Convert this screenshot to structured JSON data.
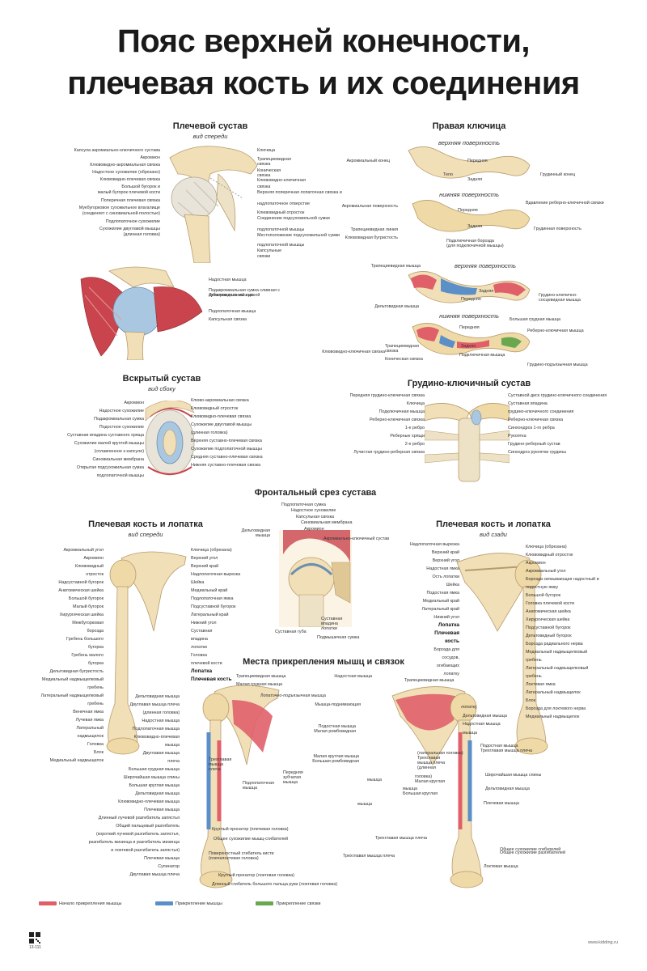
{
  "title": {
    "line1": "Пояс верхней конечности,",
    "line2": "плечевая кость и их соединения"
  },
  "sections": {
    "shoulder_joint": {
      "title": "Плечевой сустав",
      "subtitle": "вид спереди"
    },
    "clavicle": {
      "title": "Правая ключица",
      "top_surface": "верхняя поверхность",
      "bottom_surface": "нижняя поверхность",
      "top_surface2": "верхняя поверхность",
      "bottom_surface2": "нижняя поверхность"
    },
    "open_joint": {
      "title": "Вскрытый сустав",
      "subtitle": "вид сбоку"
    },
    "sternoclavicular": {
      "title": "Грудино-ключичный сустав"
    },
    "frontal_cut": {
      "title": "Фронтальный срез сустава"
    },
    "humerus_front": {
      "title": "Плечевая кость и лопатка",
      "subtitle": "вид спереди"
    },
    "humerus_back": {
      "title": "Плечевая кость и лопатка",
      "subtitle": "вид сзади"
    },
    "attachments": {
      "title": "Места прикрепления мышц и связок"
    }
  },
  "labels": {
    "sj_left": [
      "Капсула акромиально-ключичного сустава",
      "Акромион",
      "Клювовидно-акромиальная связка",
      "Надостное сухожилие (обрезано)",
      "Клювовидно-плечевая связка",
      "Большой бугорок и",
      "малый бугорок плечевой кости",
      "Поперечная плечевая связка",
      "Мукбугорковое сухожильное влагалище",
      "(соединяет с синовиальной полостью)",
      "Подлопаточное сухожилие",
      "Сухожилие двуглавой мышцы",
      "(длинная головка)"
    ],
    "sj_right": [
      "Ключица",
      "Трапециевидная",
      "связка",
      "Коническая",
      "связка",
      "Клювовидно-ключичная",
      "связка",
      "Верхняя поперечная лопаточная связка и",
      "надлопаточное отверстие",
      "Клювовидный отросток",
      "Соединение подсухожильной сумки",
      "подлопаточной мышцы",
      "Местоположение подсухожильной сумки",
      "подлопаточной мышцы",
      "Капсульные",
      "связки"
    ],
    "sj2": [
      "Надостная мышца",
      "Подакромиальная сумка сливная с",
      "субакромиальной сумкой",
      "Подлопаточная мышца",
      "Дельтовидная мышца",
      "Капсульная связка"
    ],
    "clav": [
      "Акромиальный конец",
      "Тело",
      "Задняя",
      "Передняя",
      "Грудинный конец",
      "Акромиальная поверхность",
      "Передняя",
      "Задняя",
      "Вдавление реберно-ключичной связки",
      "Трапециевидная линия",
      "Клювовидная бугристость",
      "Грудинная поверхность",
      "Подключичная борозда",
      "(для подключичной мышцы)"
    ],
    "clav2": [
      "Трапециевидная мышца",
      "Задняя",
      "Передняя",
      "Грудино-ключично-",
      "сосцевидная мышца",
      "Дельтовидная мышца",
      "Большая грудная мышца",
      "Передняя",
      "Задняя",
      "Реберно-ключичная мышца",
      "Трапециевидная",
      "связка",
      "Коническая связка",
      "Подключичная мышца",
      "Клювовидно-ключичная связка",
      "Грудино-подъязычная мышца"
    ],
    "oj_left": [
      "Акромион",
      "Надостное сухожилие",
      "Подакромиальная сумка",
      "Подостное сухожилие",
      "Суставная впадина суставного хряща",
      "Сухожилие малой круглой мышцы",
      "(сплавленное к капсуле)",
      "Синовиальная мембрана",
      "Открытая подсухожильная сумка",
      "подлопаточной мышцы"
    ],
    "oj_right": [
      "Клюво-акромиальная связка",
      "Клювовидный отросток",
      "Клювовидно-плечевая связка",
      "Сухожилие двуглавой мышцы",
      "(длинная головка)",
      "Верхняя суставно-плечевая связка",
      "Сухожилие подлопаточной мышцы",
      "Средняя суставно-плечевая связка",
      "Нижняя суставно-плечевая связка"
    ],
    "sc_left": [
      "Передняя грудино-ключичная связка",
      "Ключица",
      "Подключичная мышца",
      "Реберно-ключичная связка",
      "1-е ребро",
      "Реберные хрящи",
      "2-е ребро",
      "Лучистая грудино-реберная связка"
    ],
    "sc_right": [
      "Суставной диск грудино-ключичного соединения",
      "Суставная впадина",
      "грудино-ключичного соединения",
      "Реберно-ключичная связка",
      "Синхондроз 1-го ребра",
      "Рукоятка",
      "Грудино-реберный сустав",
      "Синходроз рукоятки грудины"
    ],
    "fc": [
      "Подлопаточная сумка",
      "Надостное сухожилие",
      "Капсульная связка",
      "Синовиальная мембрана",
      "Акромион",
      "Акромиально-ключичный сустав",
      "Дельтовидная",
      "мышца",
      "Суставная губа",
      "Суставная",
      "впадина",
      "лопатки",
      "Подмышечная сумка"
    ],
    "hf_left": [
      "Акромиальный угол",
      "Акромион",
      "Клювовидный",
      "отросток",
      "Надсуставной бугорок",
      "Анатомическая шейка",
      "Большой бугорок",
      "Малый бугорок",
      "Хирургическая шейка",
      "Межбугорковая",
      "борозда",
      "Гребень большого",
      "бугорка",
      "Гребень малого",
      "бугорка",
      "Дельтовидная бугристость",
      "Медиальный надмыщелковый",
      "гребень",
      "Латеральный надмыщелковый",
      "гребень",
      "Венечная ямка",
      "Лучевая ямка",
      "Латеральный",
      "надмыщелок",
      "Головка",
      "Блок",
      "Медиальный надмыщелок"
    ],
    "hf_right": [
      "Ключица (обрезана)",
      "Верхний угол",
      "Верхний край",
      "Надлопаточная вырезка",
      "Шейка",
      "Медиальный край",
      "Подлопаточная ямка",
      "Подсуставной бугорок",
      "Латеральный край",
      "Нижний угол",
      "Суставная",
      "впадина",
      "лопатки",
      "Головка",
      "плечевой кости",
      "Лопатка",
      "Плечевая кость"
    ],
    "hb_left": [
      "Надлопаточная вырезка",
      "Верхний край",
      "Верхний угол",
      "Надостная ямка",
      "Ость лопатки",
      "Шейка",
      "Подостная ямка",
      "Медиальный край",
      "Латеральный край",
      "Нижний угол",
      "Лопатка",
      "Плечевая",
      "кость",
      "Борозда для",
      "сосудов,",
      "огибающих",
      "лопатку"
    ],
    "hb_right": [
      "Ключица (обрезана)",
      "Клювовидный отросток",
      "Акромион",
      "Акромиальный угол",
      "Борозда связывающая надостный и",
      "подостную ямку",
      "Большой бугорок",
      "Головка плечевой кости",
      "Анатомическая шейка",
      "Хирургическая шейка",
      "Подсуставной бугорок",
      "Дельтовидный бугорок",
      "Борозда радиального нерва",
      "Медиальный надмыщелковый",
      "гребень",
      "Латеральный надмыщелковый",
      "гребень",
      "Локтевая ямка",
      "Латеральный надмыщелок",
      "Блок",
      "Борозда для локтевого нерва",
      "Медиальный надмыщелок"
    ],
    "att_left": [
      "Дельтовидная мышца",
      "Двуглавая мышца плеча",
      "(длинная головка)",
      "Надостная мышца",
      "Подлопаточная мышца",
      "Клювовидно-плечевая",
      "мышца",
      "Двуглавая мышца",
      "плеча",
      "Большая грудная мышца",
      "Широчайшая мышца спины",
      "Большая круглая мышца",
      "Дельтовидная мышца",
      "Клювовидно-плечевая мышца",
      "Плечевая мышца",
      "Длинный лучевой разгибатель запястья",
      "Общий пальцевый разгибатель",
      "(короткий лучевой разгибатель запястья,",
      "разгибатель мизинца и разгибатель мизинца",
      "и локтевой разгибатель запястья)",
      "Плечевая мышца",
      "Супинатор",
      "Двуглавая мышца плеча"
    ],
    "att_mid": [
      "Трапециевидная мышца",
      "Малая грудная мышца",
      "Лопаточно-подъязычная мышца",
      "Трехглавая",
      "мышца",
      "плеча",
      "Подлопаточная",
      "мышца",
      "Передняя",
      "зубчатая",
      "мышца",
      "Круглый пронатор (плечевая головка)",
      "Общее сухожилие мышц-сгибателей",
      "Поверхностный сгибатель кисти",
      "(плечелоктевая головка)",
      "Круглый пронатор (локтевая головка)",
      "Длинный сгибатель большого пальца руки (локтевая головка)"
    ],
    "att_right": [
      "Надостная мышца",
      "Трапециевидная мышца",
      "Мышца-поднимающая",
      "лопатку",
      "Дельтовидная мышца",
      "Надостная мышца",
      "Подостная мышца",
      "Малая ромбовидная",
      "мышца",
      "Малая круглая мышца",
      "Большая ромбовидная",
      "мышца",
      "Подостная мышца",
      "Трехглавая мышца плеча",
      "(латеральная головка)",
      "Трехглавая",
      "мышца плеча",
      "(длинная",
      "головка)",
      "Малая круглая",
      "мышца",
      "Большая круглая",
      "мышца",
      "Широчайшая мышца спины",
      "Дельтовидная мышца",
      "Плечевая мышца",
      "Трехглавая мышца плеча",
      "Трехглавая мышца плеча",
      "Общее сухожилие сгибателей",
      "Общее сухожилие разгибателей",
      "Локтевая мышца"
    ]
  },
  "legend": [
    {
      "label": "Начало прикрепления мышцы",
      "color": "#e0606a"
    },
    {
      "label": "Прикрепление мышцы",
      "color": "#5a8fc8"
    },
    {
      "label": "Прикрепление связки",
      "color": "#6aa84f"
    }
  ],
  "footer": {
    "code": "13-111",
    "site": "www.kidding.ru"
  },
  "colors": {
    "bone": "#f1dfb8",
    "bone_dark": "#d9bf8a",
    "muscle": "#c9444c",
    "muscle_light": "#e39a9a",
    "cartilage": "#a9c7e0",
    "ligament": "#e8e4da"
  }
}
